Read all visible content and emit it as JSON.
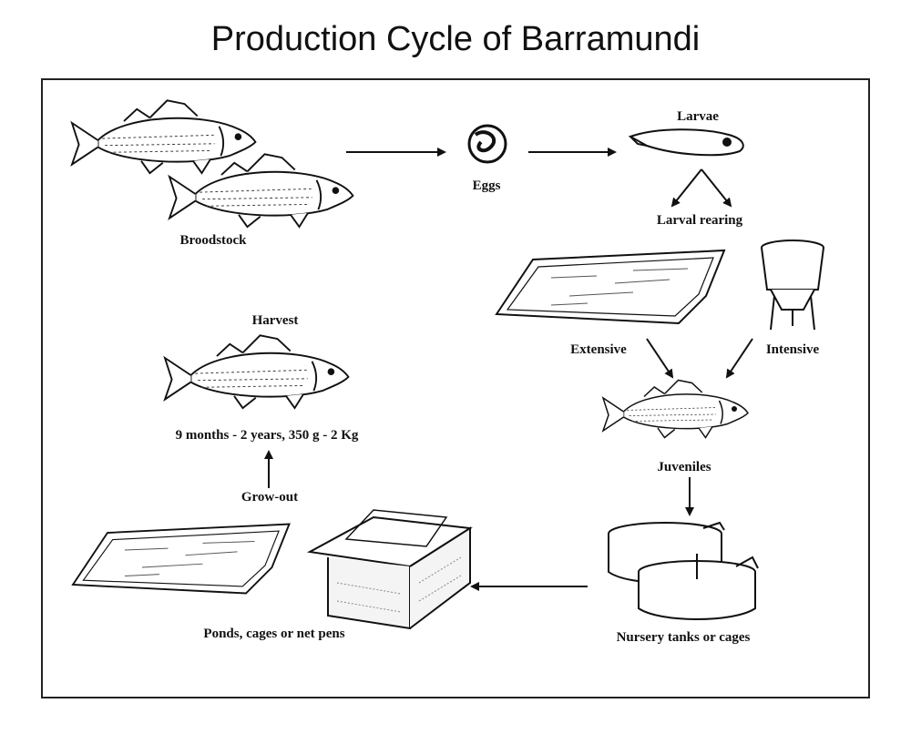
{
  "title": "Production Cycle of Barramundi",
  "labels": {
    "broodstock": "Broodstock",
    "eggs": "Eggs",
    "larvae": "Larvae",
    "larval_rearing": "Larval rearing",
    "extensive": "Extensive",
    "intensive": "Intensive",
    "juveniles": "Juveniles",
    "nursery": "Nursery tanks or cages",
    "ponds": "Ponds, cages or net pens",
    "grow_out": "Grow-out",
    "harvest": "Harvest",
    "harvest_detail": "9 months - 2 years, 350 g - 2 Kg"
  },
  "colors": {
    "ink": "#111111",
    "background": "#ffffff"
  }
}
